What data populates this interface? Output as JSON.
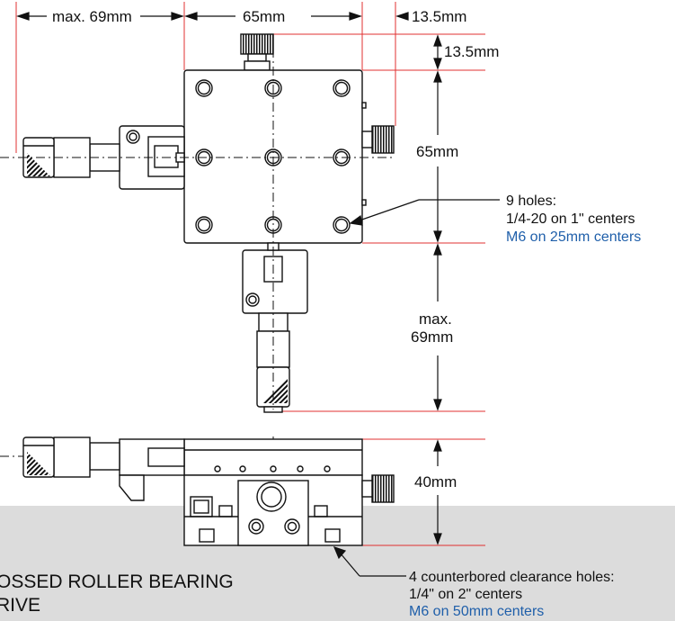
{
  "dimensions": {
    "top_left": "max. 69mm",
    "top_width": "65mm",
    "top_right": "13.5mm",
    "knob_offset": "13.5mm",
    "height": "65mm",
    "bottom_travel_line1": "max.",
    "bottom_travel_line2": "69mm",
    "side_height": "40mm"
  },
  "callouts": {
    "holes_title": "9 holes:",
    "holes_imperial": "1/4-20 on 1\" centers",
    "holes_metric": "M6 on 25mm centers",
    "cb_title": "4 counterbored clearance holes:",
    "cb_imperial": "1/4\" on 2\" centers",
    "cb_metric": "M6 on 50mm centers"
  },
  "footer": {
    "line1": "OSSED ROLLER BEARING",
    "line2": "RIVE"
  },
  "colors": {
    "ink": "#111111",
    "dim_red": "#e03131",
    "metric_blue": "#1f5faa",
    "footer_band": "#dcdcdc"
  }
}
